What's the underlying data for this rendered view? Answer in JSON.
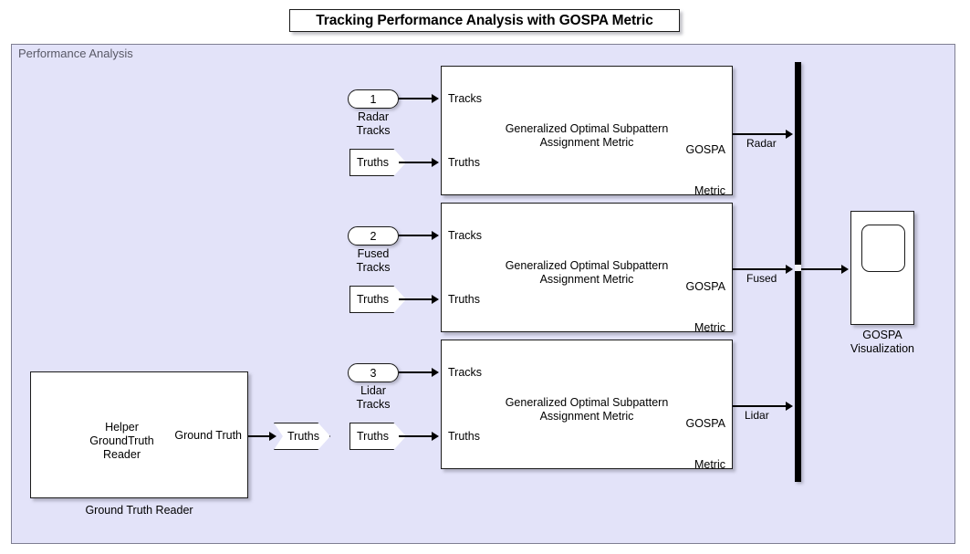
{
  "title": "Tracking Performance Analysis with GOSPA Metric",
  "subsystem": {
    "label": "Performance Analysis"
  },
  "colors": {
    "canvas_background": "#e3e3f9",
    "canvas_border": "#7f7f92",
    "block_fill": "#ffffff",
    "block_border": "#1a1a1a",
    "wire": "#000000",
    "subsystem_label": "#595966"
  },
  "inports": [
    {
      "number": "1",
      "caption_line1": "Radar",
      "caption_line2": "Tracks"
    },
    {
      "number": "2",
      "caption_line1": "Fused",
      "caption_line2": "Tracks"
    },
    {
      "number": "3",
      "caption_line1": "Lidar",
      "caption_line2": "Tracks"
    }
  ],
  "from_tags": [
    {
      "label": "Truths"
    },
    {
      "label": "Truths"
    },
    {
      "label": "Truths"
    }
  ],
  "goto_tag": {
    "label": "Truths"
  },
  "gospa_blocks": [
    {
      "title_line1": "Generalized Optimal Subpattern",
      "title_line2": "Assignment Metric",
      "input1": "Tracks",
      "input2": "Truths",
      "output_line1": "GOSPA",
      "output_line2": "Metric",
      "signal_label": "Radar"
    },
    {
      "title_line1": "Generalized Optimal Subpattern",
      "title_line2": "Assignment Metric",
      "input1": "Tracks",
      "input2": "Truths",
      "output_line1": "GOSPA",
      "output_line2": "Metric",
      "signal_label": "Fused"
    },
    {
      "title_line1": "Generalized Optimal Subpattern",
      "title_line2": "Assignment Metric",
      "input1": "Tracks",
      "input2": "Truths",
      "output_line1": "GOSPA",
      "output_line2": "Metric",
      "signal_label": "Lidar"
    }
  ],
  "ground_truth_reader": {
    "body_line1": "Helper",
    "body_line2": "GroundTruth",
    "body_line3": "Reader",
    "output_port_label": "Ground Truth",
    "caption": "Ground Truth Reader"
  },
  "scope": {
    "caption_line1": "GOSPA",
    "caption_line2": "Visualization"
  }
}
